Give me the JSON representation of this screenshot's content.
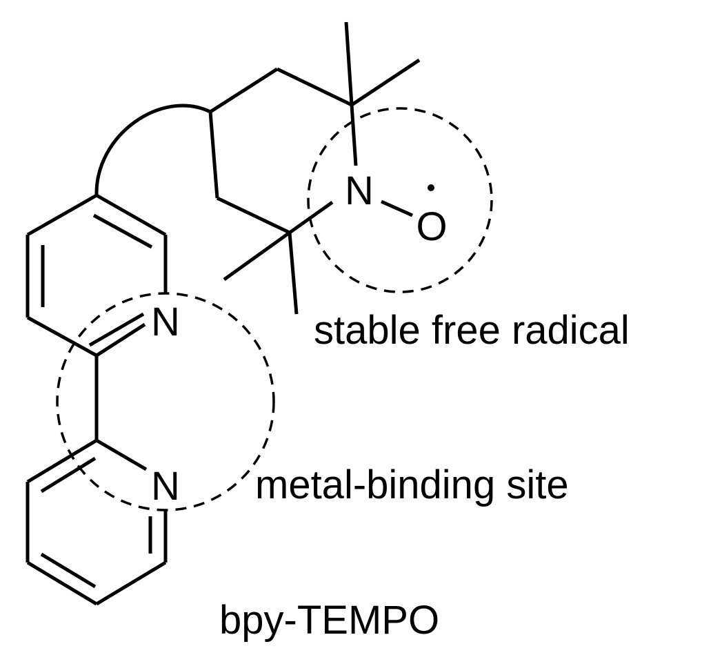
{
  "molecule": {
    "name": "bpy-TEMPO",
    "atoms": {
      "n_pyridine_upper": "N",
      "n_pyridine_lower": "N",
      "n_nitroxide": "N",
      "o_nitroxide": "O"
    }
  },
  "annotations": {
    "radical_site": "stable free radical",
    "binding_site": "metal-binding site"
  },
  "style": {
    "line_color": "#000000",
    "background": "#ffffff"
  }
}
